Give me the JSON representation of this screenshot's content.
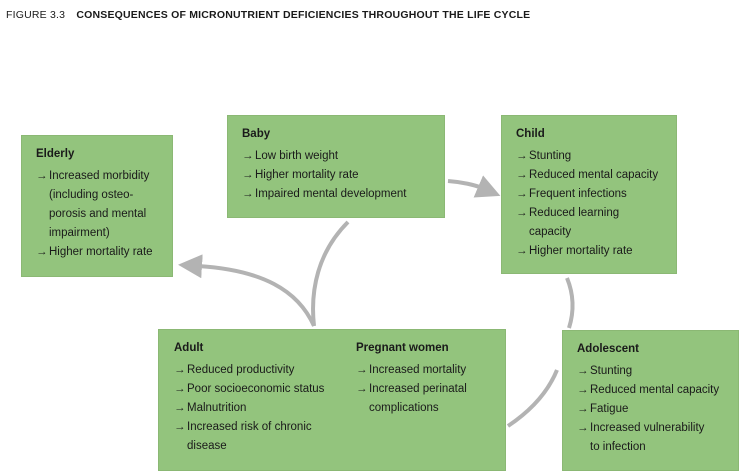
{
  "figure": {
    "number": "FIGURE 3.3",
    "title": "CONSEQUENCES OF MICRONUTRIENT DEFICIENCIES THROUGHOUT THE LIFE CYCLE"
  },
  "colors": {
    "box_fill": "#93c47d",
    "arrow": "#b3b3b3",
    "text": "#1a1a1a"
  },
  "icons": [
    "arrow-right-icon"
  ],
  "stages": {
    "elderly": {
      "title": "Elderly",
      "items": [
        [
          "Increased morbidity",
          "(including osteo-",
          "porosis and mental",
          "impairment)"
        ],
        [
          "Higher mortality rate"
        ]
      ]
    },
    "baby": {
      "title": "Baby",
      "items": [
        [
          "Low birth weight"
        ],
        [
          "Higher mortality rate"
        ],
        [
          "Impaired mental development"
        ]
      ]
    },
    "child": {
      "title": "Child",
      "items": [
        [
          "Stunting"
        ],
        [
          "Reduced mental capacity"
        ],
        [
          "Frequent infections"
        ],
        [
          "Reduced learning",
          "capacity"
        ],
        [
          "Higher mortality rate"
        ]
      ]
    },
    "adult": {
      "title": "Adult",
      "items": [
        [
          "Reduced productivity"
        ],
        [
          "Poor socioeconomic status"
        ],
        [
          "Malnutrition"
        ],
        [
          "Increased risk of chronic",
          "disease"
        ]
      ]
    },
    "pregnant": {
      "title": "Pregnant women",
      "items": [
        [
          "Increased mortality"
        ],
        [
          "Increased perinatal",
          "complications"
        ]
      ]
    },
    "adolescent": {
      "title": "Adolescent",
      "items": [
        [
          "Stunting"
        ],
        [
          "Reduced mental capacity"
        ],
        [
          "Fatigue"
        ],
        [
          "Increased vulnerability",
          "to infection"
        ]
      ]
    }
  }
}
